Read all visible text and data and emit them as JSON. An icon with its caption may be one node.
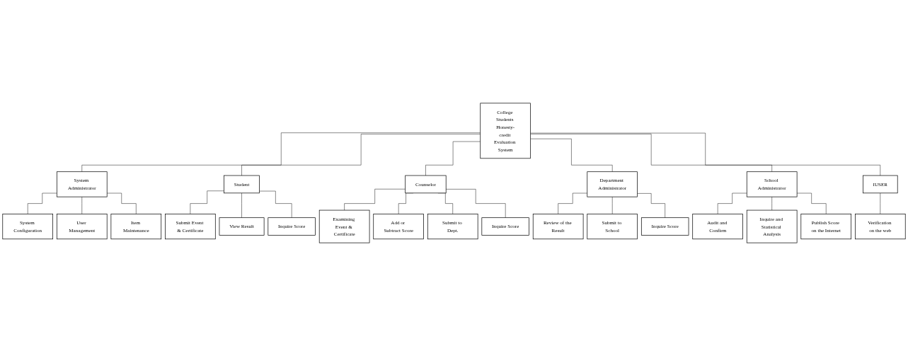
{
  "diagram": {
    "nodes": [
      {
        "text": [
          "College Students Honesty-credit Evaluation System"
        ]
      },
      {
        "text": [
          "System Administrator"
        ]
      },
      {
        "text": [
          "Student"
        ]
      },
      {
        "text": [
          "Counselor"
        ]
      },
      {
        "text": [
          "Department Administrator"
        ]
      },
      {
        "text": [
          "School Administrator"
        ]
      },
      {
        "text": [
          "IUSER"
        ]
      },
      {
        "text": [
          "System Configuration"
        ]
      },
      {
        "text": [
          "User Management"
        ]
      },
      {
        "text": [
          "Item Maintenance"
        ]
      },
      {
        "text": [
          "Submit Event & Certificate"
        ]
      },
      {
        "text": [
          "View Result"
        ]
      },
      {
        "text": [
          "Inquire Score"
        ]
      },
      {
        "text": [
          "Examining Event & Certificate"
        ]
      },
      {
        "text": [
          "Add or Subtract Score"
        ]
      },
      {
        "text": [
          "Submit to Dept."
        ]
      },
      {
        "text": [
          "Inquire Score"
        ]
      },
      {
        "text": [
          "Review of the Result"
        ]
      },
      {
        "text": [
          "Submit to School"
        ]
      },
      {
        "text": [
          "Inquire Score"
        ]
      },
      {
        "text": [
          "Audit and Confirm"
        ]
      },
      {
        "text": [
          "Inquire and Statistical Analysis"
        ]
      },
      {
        "text": [
          "Publish Score on the Internet"
        ]
      },
      {
        "text": [
          "Verification on the web"
        ]
      }
    ],
    "edges": [
      {
        "from": 0,
        "to": 1,
        "arrow": "none"
      },
      {
        "from": 0,
        "to": 2,
        "arrow": "none"
      },
      {
        "from": 0,
        "to": 3,
        "arrow": "none"
      },
      {
        "from": 0,
        "to": 4,
        "arrow": "none"
      },
      {
        "from": 0,
        "to": 5,
        "arrow": "none"
      },
      {
        "from": 0,
        "to": 6,
        "arrow": "none"
      },
      {
        "from": 1,
        "to": 7,
        "arrow": "none"
      },
      {
        "from": 1,
        "to": 8,
        "arrow": "none"
      },
      {
        "from": 1,
        "to": 9,
        "arrow": "none"
      },
      {
        "from": 2,
        "to": 10,
        "arrow": "none"
      },
      {
        "from": 2,
        "to": 11,
        "arrow": "none"
      },
      {
        "from": 2,
        "to": 12,
        "arrow": "none"
      },
      {
        "from": 3,
        "to": 13,
        "arrow": "none"
      },
      {
        "from": 3,
        "to": 14,
        "arrow": "none"
      },
      {
        "from": 3,
        "to": 15,
        "arrow": "none"
      },
      {
        "from": 3,
        "to": 16,
        "arrow": "none"
      },
      {
        "from": 4,
        "to": 17,
        "arrow": "none"
      },
      {
        "from": 4,
        "to": 18,
        "arrow": "none"
      },
      {
        "from": 4,
        "to": 19,
        "arrow": "none"
      },
      {
        "from": 5,
        "to": 20,
        "arrow": "none"
      },
      {
        "from": 5,
        "to": 21,
        "arrow": "none"
      },
      {
        "from": 5,
        "to": 22,
        "arrow": "none"
      },
      {
        "from": 6,
        "to": 23,
        "arrow": "none"
      }
    ]
  }
}
